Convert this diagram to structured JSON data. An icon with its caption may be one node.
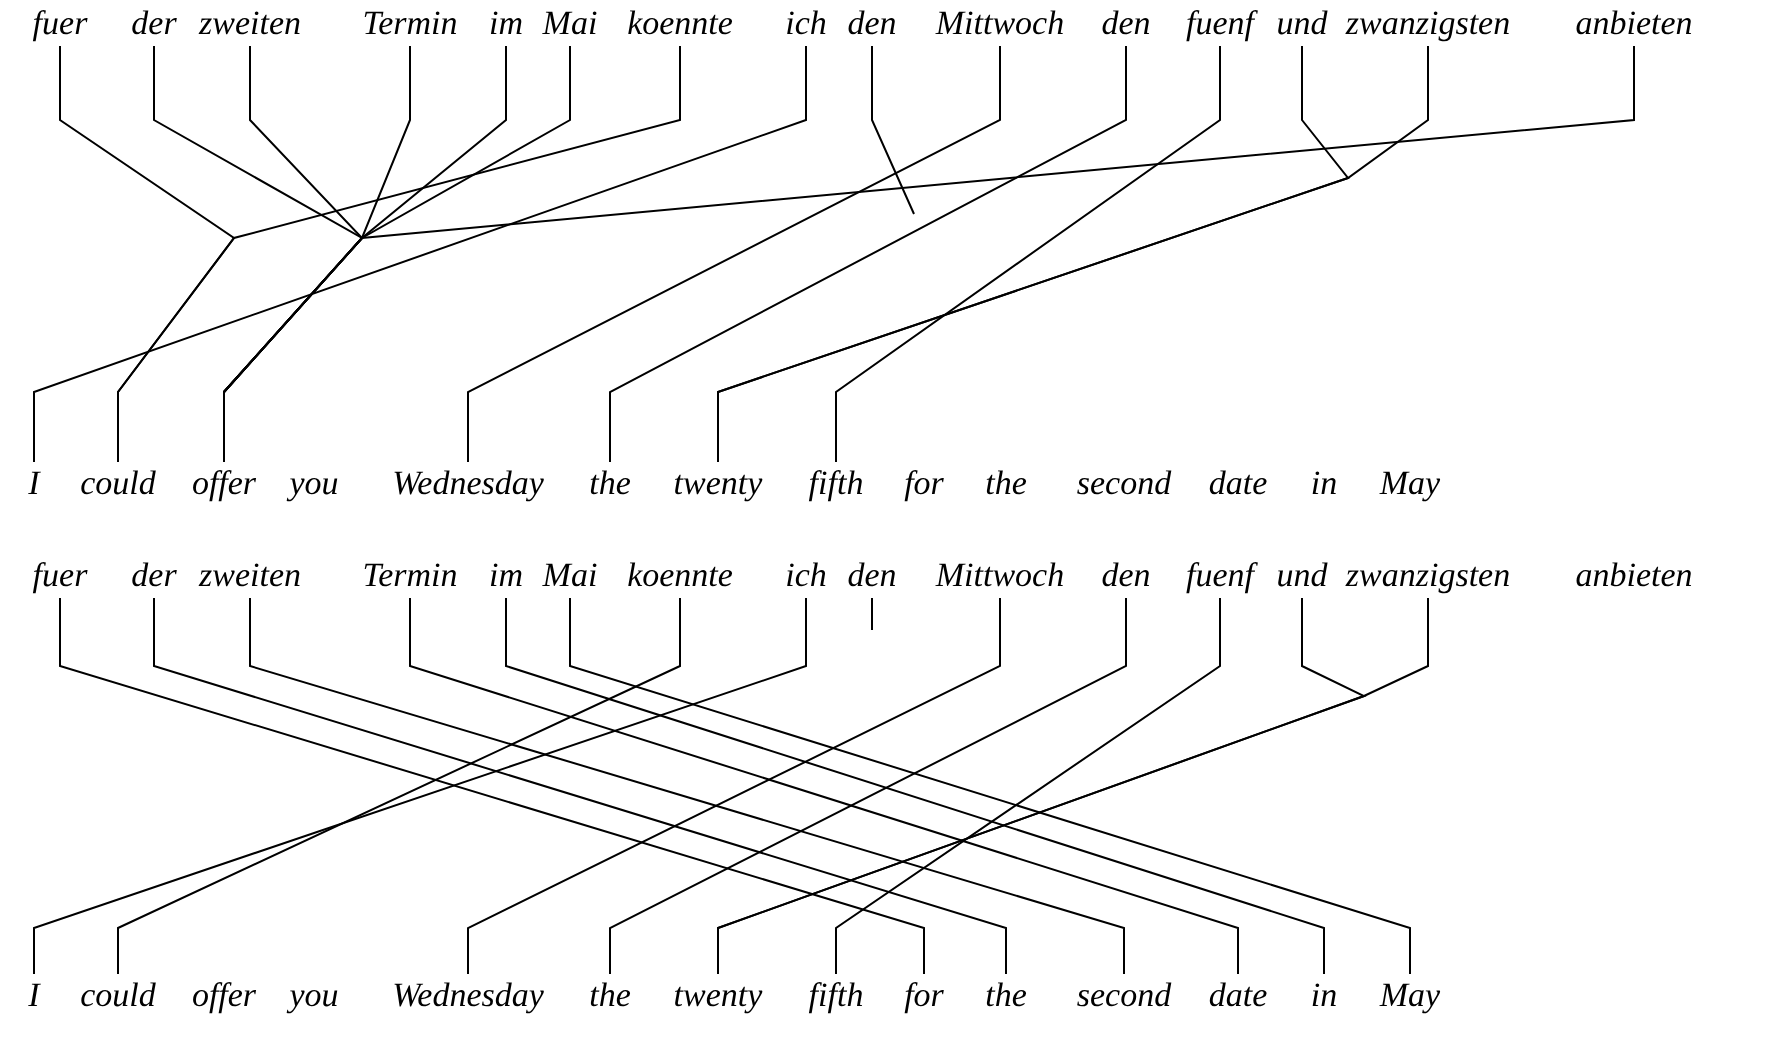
{
  "diagram": {
    "nodes": [
      {
        "text": [
          "fuer"
        ]
      },
      {
        "text": [
          "der"
        ]
      },
      {
        "text": [
          "zweiten"
        ]
      },
      {
        "text": [
          "Termin"
        ]
      },
      {
        "text": [
          "im"
        ]
      },
      {
        "text": [
          "Mai"
        ]
      },
      {
        "text": [
          "koennte"
        ]
      },
      {
        "text": [
          "ich"
        ]
      },
      {
        "text": [
          "den"
        ]
      },
      {
        "text": [
          "Mittwoch"
        ]
      },
      {
        "text": [
          "den"
        ]
      },
      {
        "text": [
          "fuenf"
        ]
      },
      {
        "text": [
          "und"
        ]
      },
      {
        "text": [
          "zwanzigsten"
        ]
      },
      {
        "text": [
          "anbieten"
        ]
      },
      {
        "text": [
          "I"
        ]
      },
      {
        "text": [
          "could"
        ]
      },
      {
        "text": [
          "offer"
        ]
      },
      {
        "text": [
          "you"
        ]
      },
      {
        "text": [
          "Wednesday"
        ]
      },
      {
        "text": [
          "the"
        ]
      },
      {
        "text": [
          "twenty"
        ]
      },
      {
        "text": [
          "fifth"
        ]
      },
      {
        "text": [
          "for"
        ]
      },
      {
        "text": [
          "the"
        ]
      },
      {
        "text": [
          "second"
        ]
      },
      {
        "text": [
          "date"
        ]
      },
      {
        "text": [
          "in"
        ]
      },
      {
        "text": [
          "May"
        ]
      },
      {
        "text": [
          "fuer"
        ]
      },
      {
        "text": [
          "der"
        ]
      },
      {
        "text": [
          "zweiten"
        ]
      },
      {
        "text": [
          "Termin"
        ]
      },
      {
        "text": [
          "im"
        ]
      },
      {
        "text": [
          "Mai"
        ]
      },
      {
        "text": [
          "koennte"
        ]
      },
      {
        "text": [
          "ich"
        ]
      },
      {
        "text": [
          "den"
        ]
      },
      {
        "text": [
          "Mittwoch"
        ]
      },
      {
        "text": [
          "den"
        ]
      },
      {
        "text": [
          "fuenf"
        ]
      },
      {
        "text": [
          "und"
        ]
      },
      {
        "text": [
          "zwanzigsten"
        ]
      },
      {
        "text": [
          "anbieten"
        ]
      },
      {
        "text": [
          "I"
        ]
      },
      {
        "text": [
          "could"
        ]
      },
      {
        "text": [
          "offer"
        ]
      },
      {
        "text": [
          "you"
        ]
      },
      {
        "text": [
          "Wednesday"
        ]
      },
      {
        "text": [
          "the"
        ]
      },
      {
        "text": [
          "twenty"
        ]
      },
      {
        "text": [
          "fifth"
        ]
      },
      {
        "text": [
          "for"
        ]
      },
      {
        "text": [
          "the"
        ]
      },
      {
        "text": [
          "second"
        ]
      },
      {
        "text": [
          "date"
        ]
      },
      {
        "text": [
          "in"
        ]
      },
      {
        "text": [
          "May"
        ]
      }
    ],
    "edges": [
      {
        "from": 0,
        "to": 16,
        "arrow": "none"
      },
      {
        "from": 6,
        "to": 16,
        "arrow": "none"
      },
      {
        "from": 1,
        "to": 17,
        "arrow": "none"
      },
      {
        "from": 2,
        "to": 17,
        "arrow": "none"
      },
      {
        "from": 3,
        "to": 17,
        "arrow": "none"
      },
      {
        "from": 4,
        "to": 17,
        "arrow": "none"
      },
      {
        "from": 5,
        "to": 17,
        "arrow": "none"
      },
      {
        "from": 14,
        "to": 17,
        "arrow": "none"
      },
      {
        "from": 7,
        "to": 15,
        "arrow": "none"
      },
      {
        "from": 8,
        "to": null,
        "arrow": "none"
      },
      {
        "from": 9,
        "to": 19,
        "arrow": "none"
      },
      {
        "from": 10,
        "to": 20,
        "arrow": "none"
      },
      {
        "from": 11,
        "to": 22,
        "arrow": "none"
      },
      {
        "from": 12,
        "to": 21,
        "arrow": "none"
      },
      {
        "from": 13,
        "to": 21,
        "arrow": "none"
      },
      {
        "from": 29,
        "to": 52,
        "arrow": "none"
      },
      {
        "from": 30,
        "to": 53,
        "arrow": "none"
      },
      {
        "from": 31,
        "to": 54,
        "arrow": "none"
      },
      {
        "from": 32,
        "to": 55,
        "arrow": "none"
      },
      {
        "from": 33,
        "to": 56,
        "arrow": "none"
      },
      {
        "from": 34,
        "to": 57,
        "arrow": "none"
      },
      {
        "from": 35,
        "to": 45,
        "arrow": "none"
      },
      {
        "from": 36,
        "to": 44,
        "arrow": "none"
      },
      {
        "from": 37,
        "to": null,
        "arrow": "none"
      },
      {
        "from": 38,
        "to": 48,
        "arrow": "none"
      },
      {
        "from": 39,
        "to": 49,
        "arrow": "none"
      },
      {
        "from": 40,
        "to": 51,
        "arrow": "none"
      },
      {
        "from": 41,
        "to": 50,
        "arrow": "none"
      },
      {
        "from": 42,
        "to": 50,
        "arrow": "none"
      }
    ]
  }
}
